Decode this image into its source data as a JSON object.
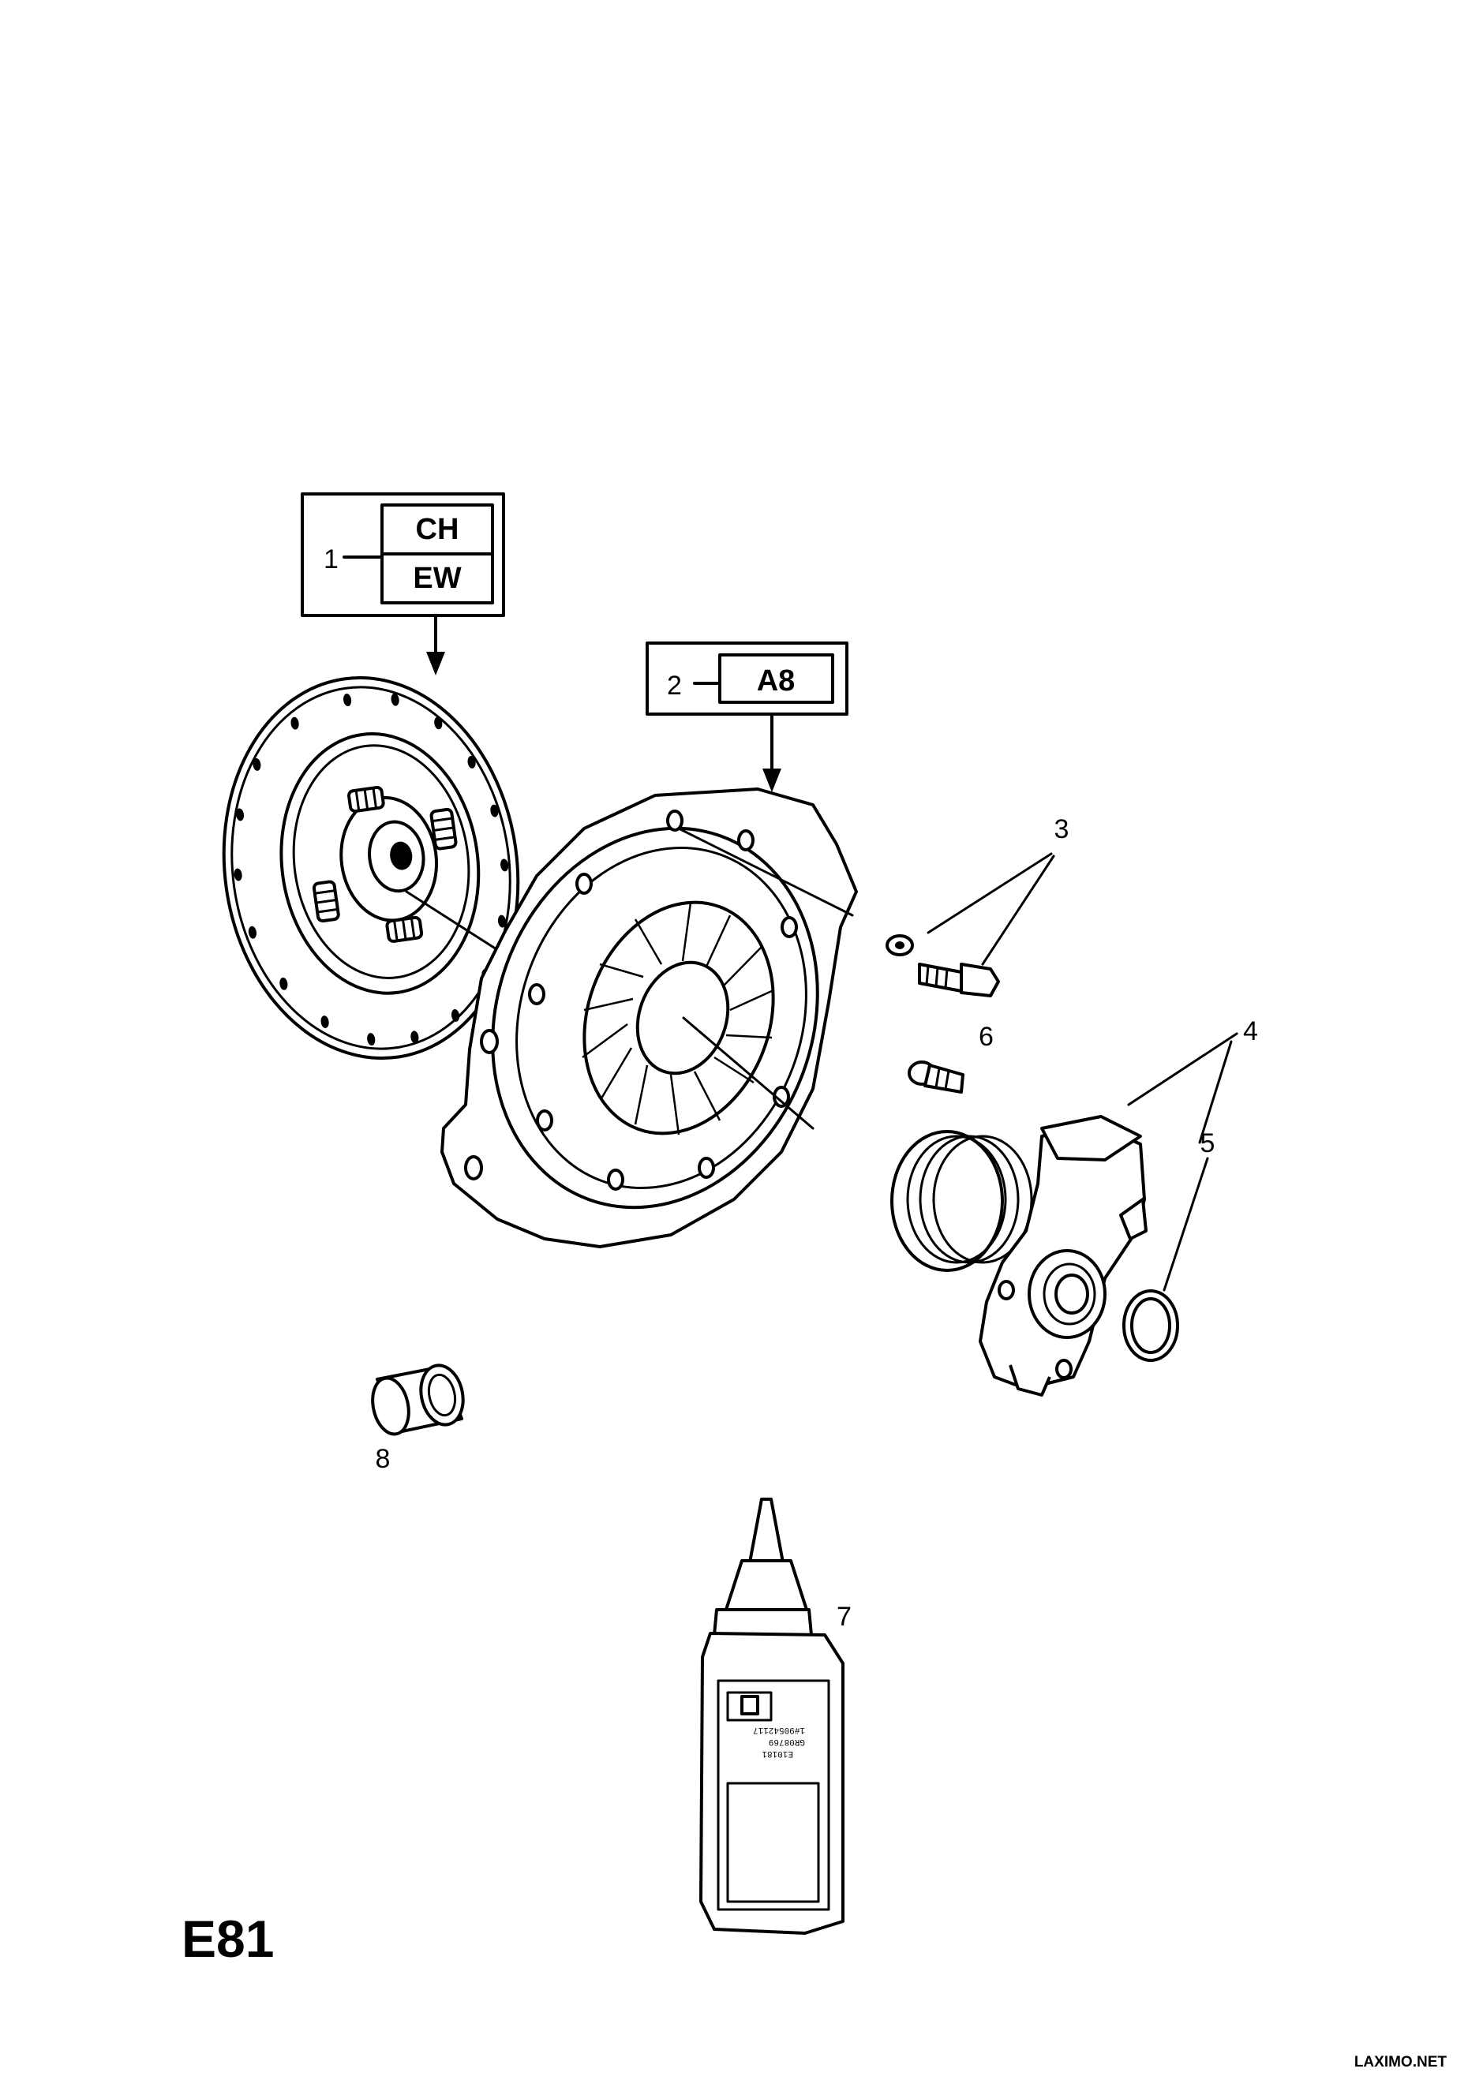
{
  "diagram": {
    "id_label": "E81",
    "watermark": "LAXIMO.NET",
    "callouts": [
      {
        "num": "1",
        "codes": [
          "CH",
          "EW"
        ]
      },
      {
        "num": "2",
        "codes": [
          "A8"
        ]
      },
      {
        "num": "3"
      },
      {
        "num": "4"
      },
      {
        "num": "5"
      },
      {
        "num": "6"
      },
      {
        "num": "7"
      },
      {
        "num": "8"
      }
    ],
    "bottle_label_lines": [
      "1#90542117",
      "GR08769",
      "E10181"
    ],
    "colors": {
      "ink": "#000000",
      "background": "#ffffff"
    }
  }
}
